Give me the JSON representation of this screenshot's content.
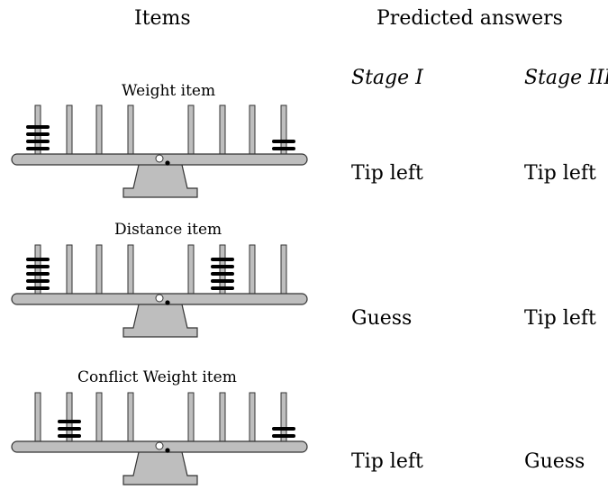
{
  "headers": {
    "items": "Items",
    "predicted": "Predicted answers"
  },
  "stages": {
    "stage1": "Stage I",
    "stage3": "Stage III"
  },
  "items": [
    {
      "title": "Weight item",
      "weights": [
        4,
        0,
        0,
        0,
        0,
        0,
        0,
        2
      ],
      "answers": {
        "stage1": "Tip left",
        "stage3": "Tip left"
      }
    },
    {
      "title": "Distance item",
      "weights": [
        5,
        0,
        0,
        0,
        0,
        5,
        0,
        0
      ],
      "answers": {
        "stage1": "Guess",
        "stage3": "Tip left"
      }
    },
    {
      "title": "Conflict Weight item",
      "weights": [
        0,
        3,
        0,
        0,
        0,
        0,
        0,
        2
      ],
      "answers": {
        "stage1": "Tip left",
        "stage3": "Guess"
      }
    }
  ],
  "colors": {
    "beam": "#bebebe",
    "outline": "#333333",
    "weight": "#000000"
  }
}
